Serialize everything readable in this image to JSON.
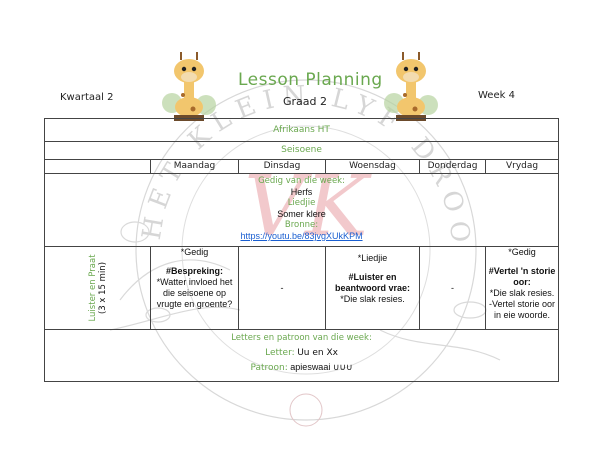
{
  "header": {
    "title": "Lesson Planning",
    "grade": "Graad 2",
    "quarter": "Kwartaal 2",
    "week": "Week 4"
  },
  "watermark": {
    "circle_text": "HET KLEIN LYF DROOM",
    "center_text": "VK"
  },
  "table": {
    "subject": "Afrikaans HT",
    "theme": "Seisoene",
    "days": [
      "Maandag",
      "Dinsdag",
      "Woensdag",
      "Donderdag",
      "Vrydag"
    ],
    "poem_week": {
      "label": "Gedig van die week:",
      "poem": "Herfs",
      "song_label": "Liedjie",
      "song": "Somer klere",
      "sources_label": "Bronne:",
      "link": "https://youtu.be/83jvgXUkKPM"
    },
    "listen_row": {
      "label": "Luister en Praat",
      "sublabel": "(3 x 15 min)",
      "maandag": {
        "line1": "*Gedig",
        "heading": "#Bespreking:",
        "text": "*Watter invloed het die seisoene op vrugte en groente?"
      },
      "dinsdag": "-",
      "woensdag": {
        "line1": "*Liedjie",
        "heading": "#Luister en beantwoord vrae:",
        "text": "*Die slak resies."
      },
      "donderdag": "-",
      "vrydag": {
        "line1": "*Gedig",
        "heading": "#Vertel 'n storie oor:",
        "text1": "*Die slak resies.",
        "text2": "-Vertel storie oor in eie woorde."
      }
    },
    "letters": {
      "label": "Letters en patroon van die week:",
      "letter_label": "Letter:",
      "letter_value": "Uu en Xx",
      "pattern_label": "Patroon:",
      "pattern_value": "apieswaai ∪∪∪"
    }
  },
  "colors": {
    "accent": "#6aa84f",
    "link": "#1a5fd1"
  }
}
